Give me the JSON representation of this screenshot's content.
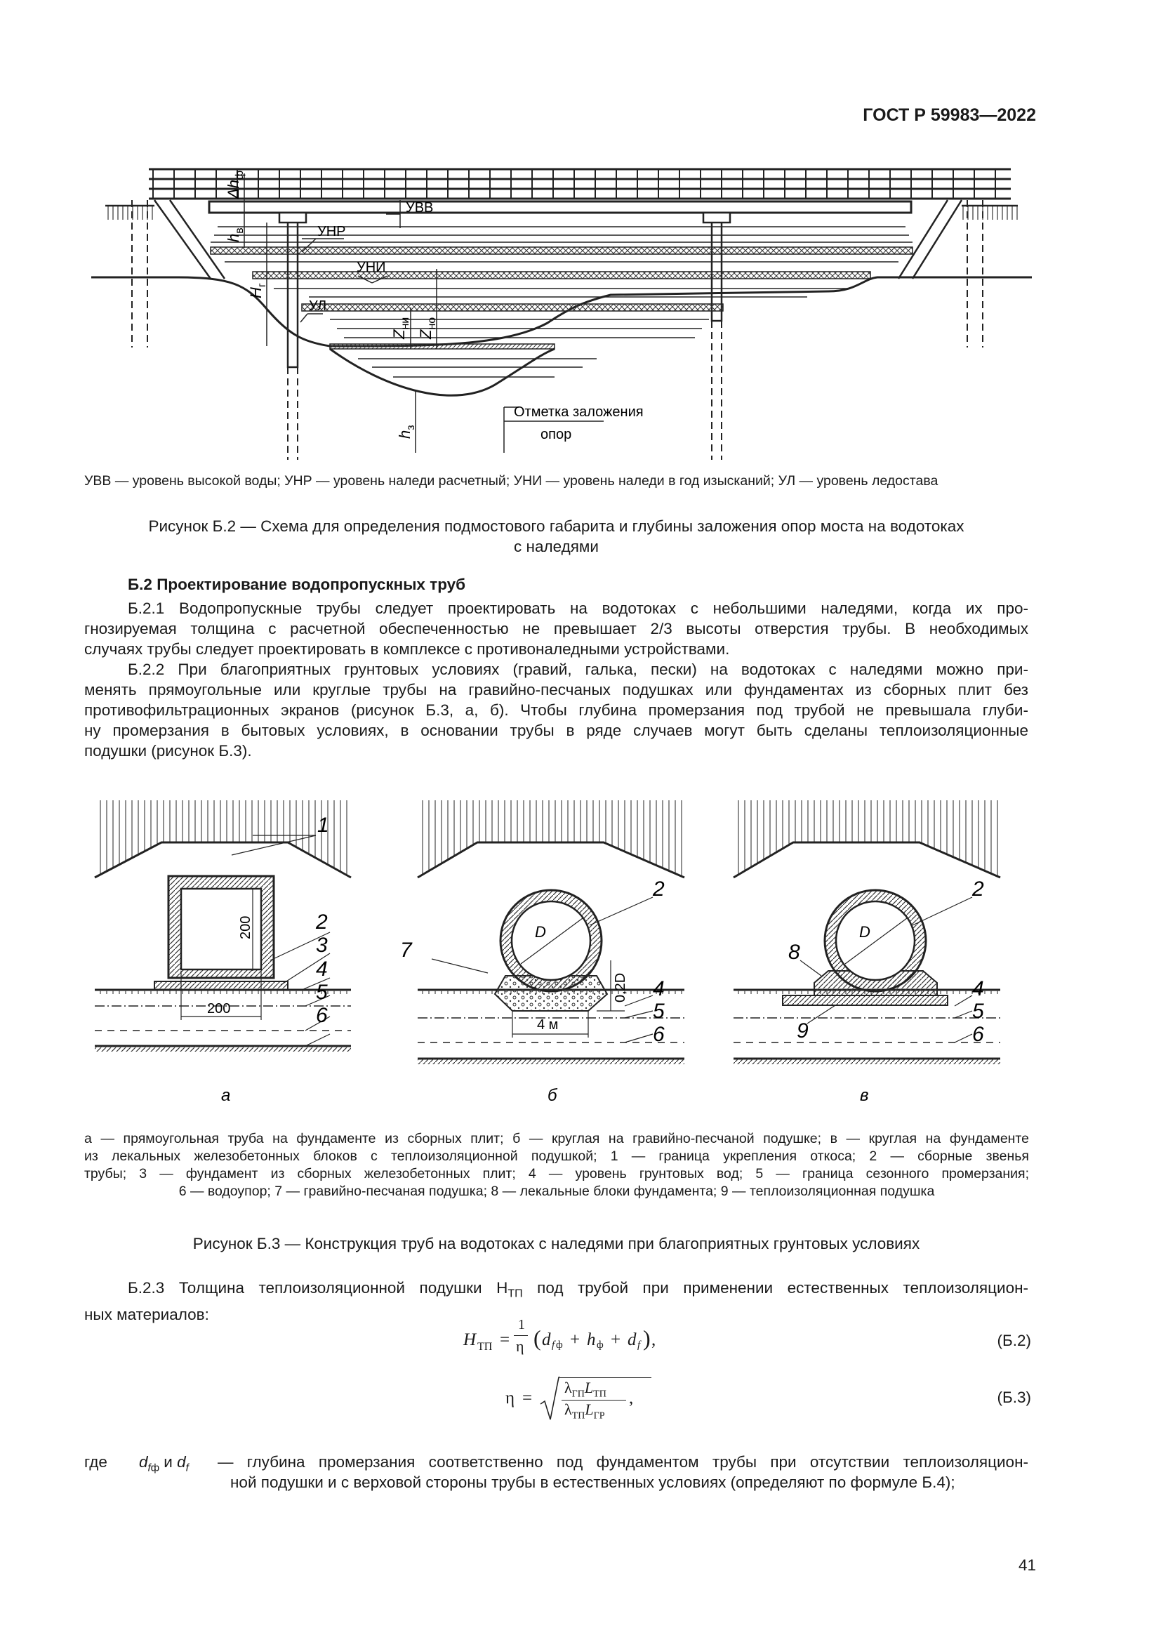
{
  "header": {
    "doc_number": "ГОСТ Р 59983—2022"
  },
  "figure_b2": {
    "labels": {
      "uvv": "УВВ",
      "unr": "УНР",
      "uni": "УНИ",
      "ul": "УЛ",
      "dhf": "Δh",
      "dhf_sub": "ф",
      "hv": "h",
      "hv_sub": "в",
      "hg": "H",
      "hg_sub": "г",
      "zni": "Z",
      "zni_sub": "ни",
      "zno": "Z",
      "zno_sub": "но",
      "hz": "h",
      "hz_sub": "з",
      "mark_line1": "Отметка заложения",
      "mark_line2": "опор"
    },
    "legend": "УВВ — уровень высокой воды; УНР — уровень наледи расчетный; УНИ — уровень наледи в год изысканий; УЛ — уровень ледостава",
    "caption_line1": "Рисунок Б.2 — Схема для определения подмостового габарита и глубины заложения опор моста на водотоках",
    "caption_line2": "с наледями"
  },
  "section": {
    "title": "Б.2 Проектирование водопропускных труб",
    "p1_lines": [
      "Б.2.1 Водопропускные трубы следует проектировать на водотоках с небольшими наледями, когда их про-",
      "гнозируемая толщина с расчетной обеспеченностью не превышает 2/3 высоты отверстия трубы. В необходимых",
      "случаях трубы следует проектировать в комплексе с противоналедными устройствами."
    ],
    "p2_lines": [
      "Б.2.2 При благоприятных грунтовых условиях (гравий, галька, пески) на водотоках с наледями можно при-",
      "менять прямоугольные или круглые трубы на гравийно-песчаных подушках или фундаментах из сборных плит без",
      "противофильтрационных экранов (рисунок Б.3, а, б). Чтобы глубина промерзания под трубой не превышала глуби-",
      "ну промерзания в бытовых условиях, в основании трубы в ряде случаев могут быть сделаны теплоизоляционные",
      "подушки (рисунок Б.3)."
    ]
  },
  "figure_b3": {
    "panel_a": {
      "letter": "а",
      "dim_h": "200",
      "dim_w": "200",
      "callouts": [
        "1",
        "2",
        "3",
        "4",
        "5",
        "6"
      ]
    },
    "panel_b": {
      "letter": "б",
      "diam": "D",
      "dim_h": "0,2D",
      "dim_w": "4 м",
      "callouts": [
        "2",
        "7",
        "4",
        "5",
        "6"
      ]
    },
    "panel_c": {
      "letter": "в",
      "diam": "D",
      "callouts": [
        "2",
        "8",
        "9",
        "4",
        "5",
        "6"
      ]
    },
    "legend_lines": [
      "а — прямоугольная труба на фундаменте из сборных плит; б — круглая на гравийно-песчаной подушке; в — круглая на фундаменте",
      "из лекальных железобетонных блоков с теплоизоляционной подушкой; 1 — граница укрепления откоса; 2 — сборные звенья",
      "трубы; 3 — фундамент из сборных железобетонных плит; 4 — уровень грунтовых вод; 5 — граница сезонного промерзания;",
      "6 — водоупор; 7 — гравийно-песчаная подушка; 8 — лекальные блоки фундамента; 9 — теплоизоляционная подушка"
    ],
    "caption": "Рисунок Б.3 — Конструкция труб на водотоках с наледями при благоприятных грунтовых условиях"
  },
  "p3": {
    "line1": "Б.2.3 Толщина теплоизоляционной подушки H",
    "line1_sub": "ТП",
    "line1_rest": " под трубой при применении естественных теплоизоляцион-",
    "line2": "ных материалов:"
  },
  "equations": {
    "b2": {
      "lhs": "H",
      "lhs_sub": "ТП",
      "number": "(Б.2)"
    },
    "b3": {
      "lhs": "η",
      "number": "(Б.3)"
    }
  },
  "where": {
    "label": "где",
    "symbols": "d",
    "text_line1": "— глубина промерзания соответственно под фундаментом трубы при отсутствии теплоизоляцион-",
    "text_line2": "ной подушки и с верховой стороны трубы в естественных условиях (определяют по формуле Б.4);"
  },
  "page_number": "41"
}
